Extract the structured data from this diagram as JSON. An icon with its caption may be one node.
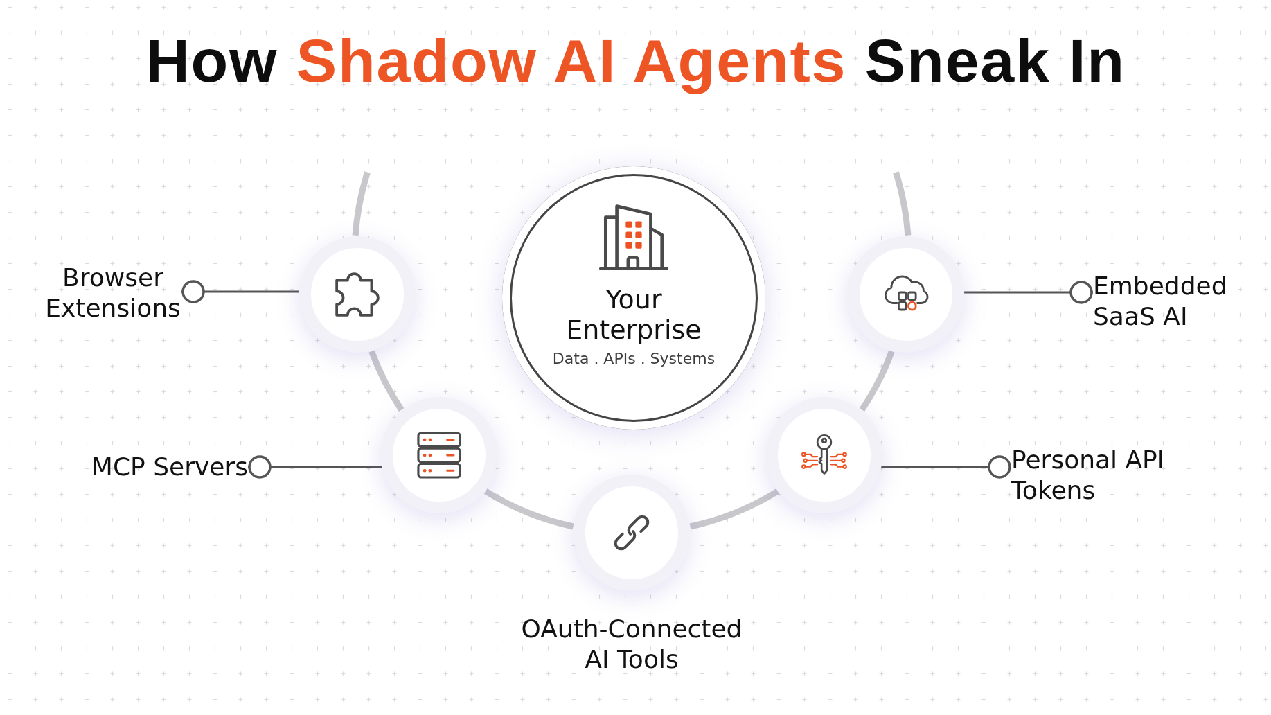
{
  "diagram": {
    "title": "How **Shadow AI Agents** Sneak In",
    "nodes": [
      {
        "text": [
          "Your Enterprise",
          "Data . APIs . Systems"
        ]
      },
      {
        "text": [
          "Browser Extensions"
        ]
      },
      {
        "text": [],
        "shape": "circle"
      },
      {
        "text": [
          "MCP Servers"
        ]
      },
      {
        "text": [],
        "shape": "circle"
      },
      {
        "text": [],
        "shape": "circle",
        "beside": [
          "OAuth-Connected AI Tools"
        ]
      },
      {
        "text": [],
        "shape": "circle"
      },
      {
        "text": [
          "Personal API Tokens"
        ]
      },
      {
        "text": [],
        "shape": "circle"
      },
      {
        "text": [
          "Embedded SaaS AI"
        ]
      }
    ],
    "edges": [
      {
        "from": null,
        "to": 2,
        "arrow": "none"
      },
      {
        "from": 2,
        "to": 4,
        "arrow": "none"
      },
      {
        "from": 4,
        "to": 5,
        "arrow": "none"
      },
      {
        "from": 5,
        "to": 6,
        "arrow": "none"
      },
      {
        "from": 6,
        "to": 8,
        "arrow": "none"
      },
      {
        "from": 8,
        "to": null,
        "arrow": "none"
      },
      {
        "from": 1,
        "to": 2,
        "arrow": "other",
        "color": "#555555"
      },
      {
        "from": 3,
        "to": 4,
        "arrow": "other",
        "color": "#555555"
      },
      {
        "from": 7,
        "to": 6,
        "arrow": "other",
        "color": "#555555"
      },
      {
        "from": 9,
        "to": 8,
        "arrow": "other",
        "color": "#555555"
      }
    ]
  }
}
